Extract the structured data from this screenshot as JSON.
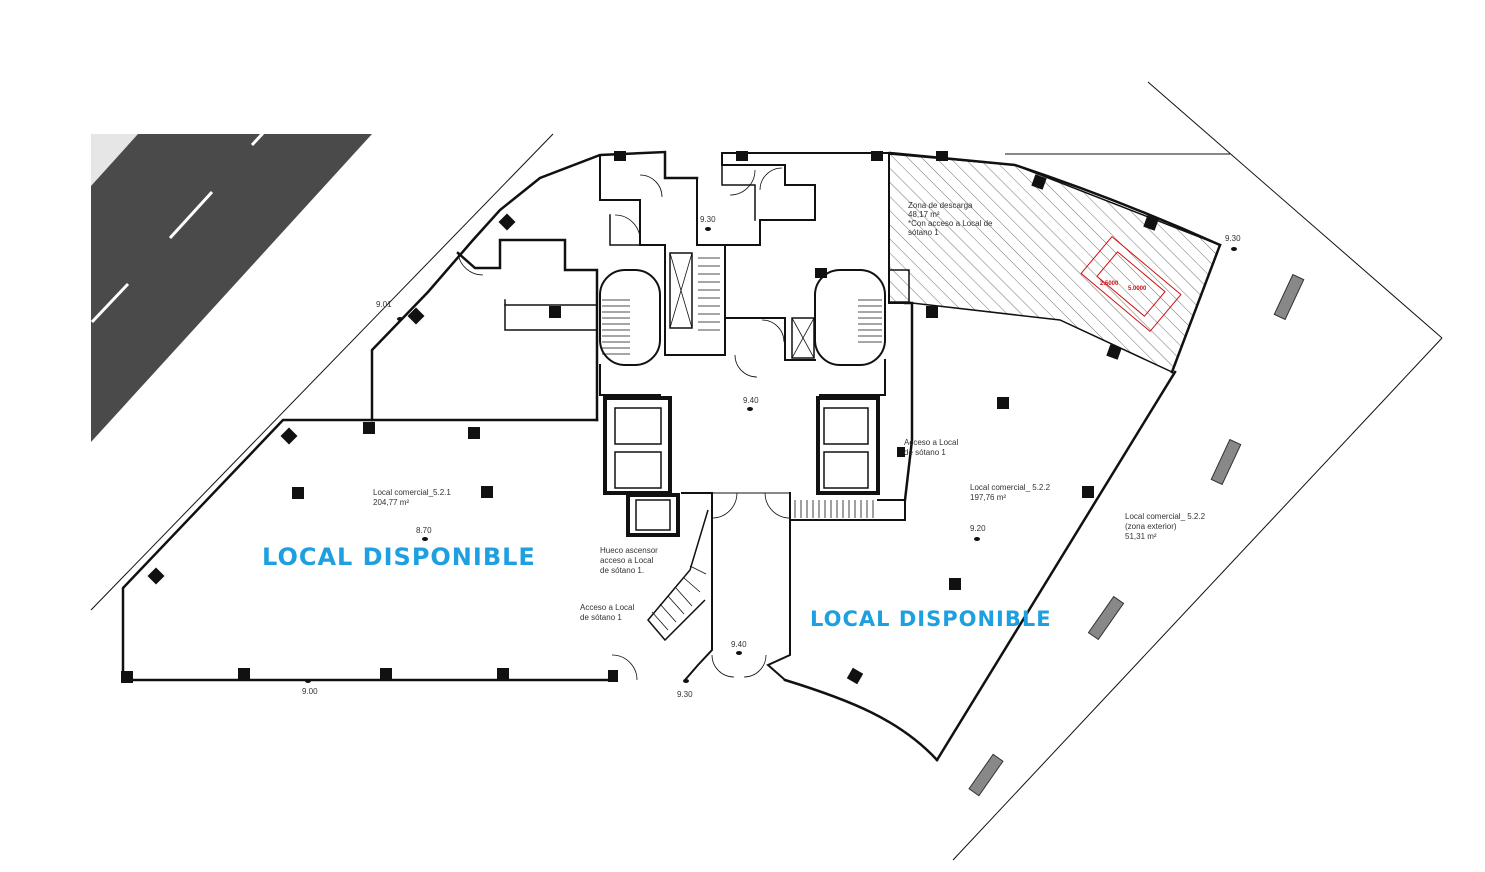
{
  "banners": {
    "local_left": "LOCAL DISPONIBLE",
    "local_right": "LOCAL DISPONIBLE"
  },
  "rooms": {
    "local_521": {
      "name": "Local comercial_5.2.1",
      "area": "204,77 m²"
    },
    "local_522": {
      "name": "Local comercial_ 5.2.2",
      "area": "197,76 m²"
    },
    "local_522_ext": {
      "name": "Local comercial_ 5.2.2",
      "sub": "(zona exterior)",
      "area": "51,31 m²"
    },
    "descarga": {
      "line1": "Zona de descarga",
      "line2": "48,17 m²",
      "line3": "*Con acceso a Local de",
      "line4": "sótano 1"
    }
  },
  "notes": {
    "acceso_sotano_right": [
      "Acceso a Local",
      "de sótano 1"
    ],
    "hueco_ascensor": [
      "Hueco ascensor",
      "acceso a Local",
      "de sótano 1."
    ],
    "acceso_sotano_left": [
      "Acceso a Local",
      "de sótano 1"
    ]
  },
  "levels": {
    "l901": "9.01",
    "l930_top": "9.30",
    "l930_right": "9.30",
    "l940_center": "9.40",
    "l870": "8.70",
    "l920": "9.20",
    "l940_bottom": "9.40",
    "l900": "9.00",
    "l930_bottom": "9.30"
  },
  "parking_dims": {
    "d1": "2.5000",
    "d2": "5.0000"
  },
  "colors": {
    "road": "#4a4a4a",
    "banner": "#1ea0e0",
    "walls": "#111111",
    "parking": "#d01010"
  }
}
